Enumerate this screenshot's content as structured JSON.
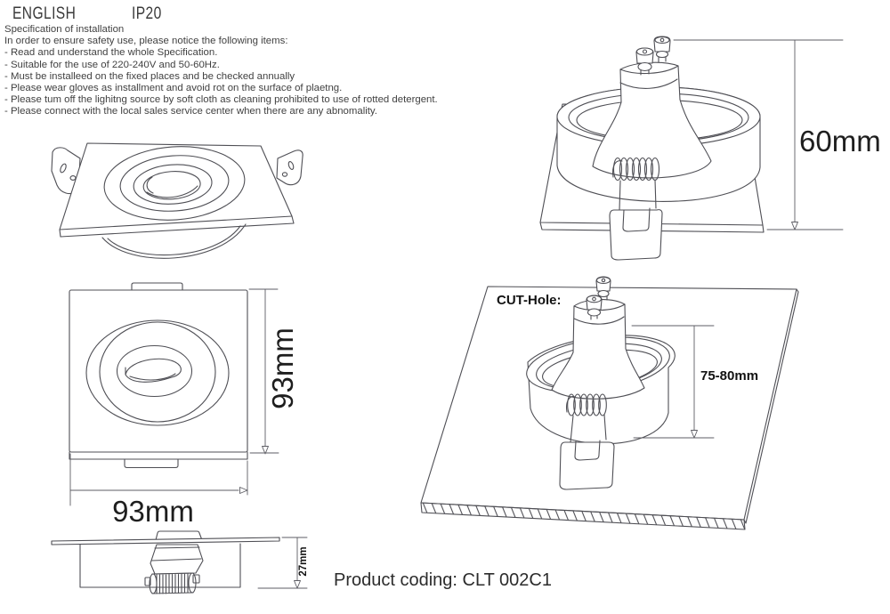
{
  "header": {
    "language": "ENGLISH",
    "ip_rating": "IP20"
  },
  "spec": {
    "title": "Specification of installation",
    "intro": "In order to ensure safety use, please notice the following items:",
    "items": [
      "- Read and understand the whole Specification.",
      "- Suitable for the use of 220-240V and 50-60Hz.",
      "- Must be installeed on the fixed places and be checked annually",
      "- Please wear gloves as installment and avoid rot on the surface of plaetng.",
      "- Please tum off the lighitng source by soft cloth as cleaning prohibited to use of rotted detergent.",
      "- Please connect with the local sales service center when there are any abnomality."
    ]
  },
  "dimensions": {
    "overall_height": "60mm",
    "face_height": "93mm",
    "face_width": "93mm",
    "recess_depth": "27mm",
    "cut_hole_label": "CUT-Hole:",
    "cut_hole_diameter": "75-80mm"
  },
  "footer": {
    "product_coding": "Product coding: CLT 002C1"
  },
  "colors": {
    "line": "#4f4f55",
    "text": "#3f3f3f",
    "dim_text": "#1e1e1e"
  }
}
